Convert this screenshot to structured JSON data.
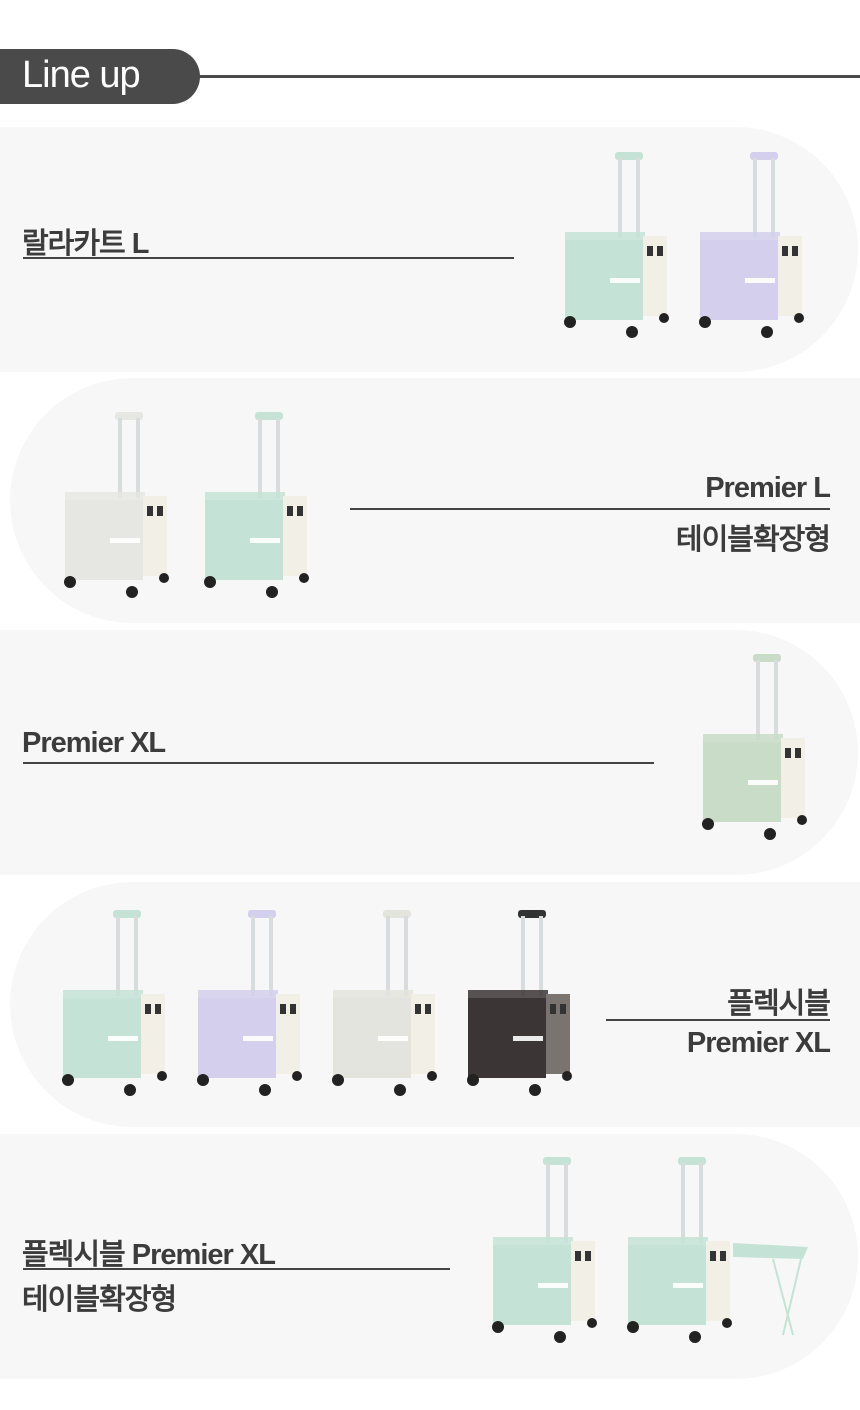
{
  "header": {
    "title": "Line up"
  },
  "products": [
    {
      "name": "랄라카트 L",
      "colors": [
        "#c4e3d6",
        "#d3cfec"
      ]
    },
    {
      "name": "Premier L",
      "subtitle": "테이블확장형",
      "colors": [
        "#e6e6e2",
        "#c4e3d6"
      ]
    },
    {
      "name": "Premier XL",
      "colors": [
        "#c8dcc8"
      ]
    },
    {
      "name": "플렉시블",
      "subtitle": "Premier XL",
      "colors": [
        "#c4e3d6",
        "#d3cfec",
        "#e4e4de",
        "#3b3535"
      ]
    },
    {
      "name": "플렉시블 Premier XL",
      "subtitle": "테이블확장형",
      "colors": [
        "#c4e3d6",
        "#c4e3d6"
      ]
    }
  ]
}
